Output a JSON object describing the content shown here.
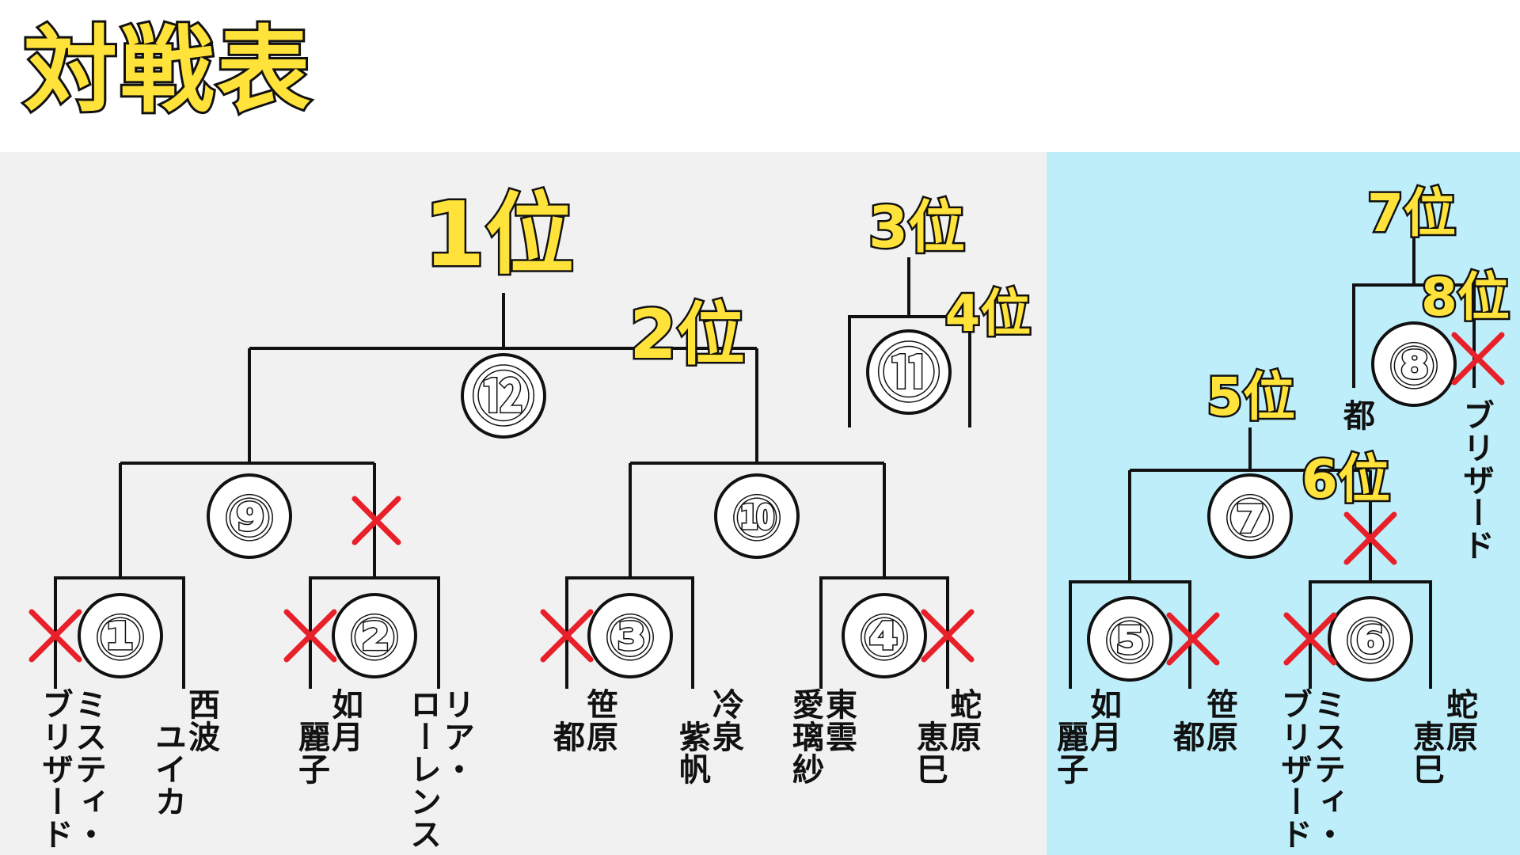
{
  "title": "対戦表",
  "colors": {
    "rank_fill": "#FFE23A",
    "loser_mark": "#E8202A",
    "right_panel": "#BDEEFA"
  },
  "ranks": {
    "r1": "1位",
    "r2": "2位",
    "r3": "3位",
    "r4": "4位",
    "r5": "5位",
    "r6": "6位",
    "r7": "7位",
    "r8": "8位"
  },
  "matches": {
    "m1": "①",
    "m2": "②",
    "m3": "③",
    "m4": "④",
    "m5": "⑤",
    "m6": "⑥",
    "m7": "⑦",
    "m8": "⑧",
    "m9": "⑨",
    "m10": "⑩",
    "m11": "⑪",
    "m12": "⑫"
  },
  "players": {
    "p1": "ミスティ・\nブリザード",
    "p2": "西波\n　ユイカ",
    "p3": "如月\n　麗子",
    "p4": "リア・\nローレンス",
    "p5": "笹原\n　都",
    "p6": "冷泉\n　紫帆",
    "p7": "東雲\n愛璃紗",
    "p8": "蛇原\n　恵巳",
    "p9": "如月\n　麗子",
    "p10": "笹原\n　都",
    "p11": "ミスティ・\nブリザード",
    "p12": "蛇原\n　恵巳",
    "p13": "都",
    "p14": "ブリザード"
  }
}
